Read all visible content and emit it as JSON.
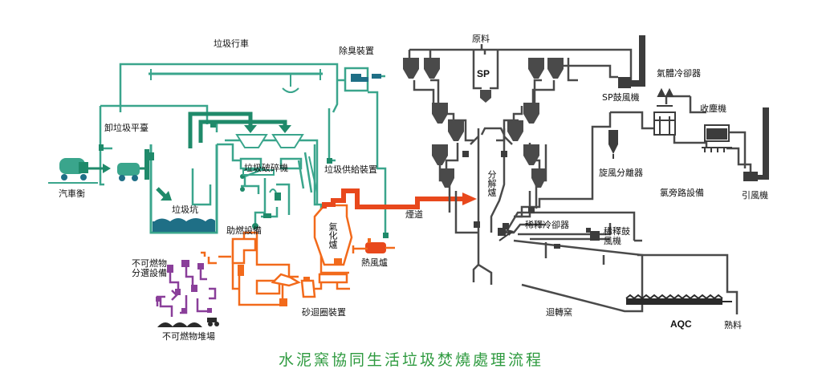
{
  "title": "水泥窯協同生活垃圾焚燒處理流程",
  "colors": {
    "green": "#3aa58c",
    "dark_green": "#1f8a6a",
    "orange": "#f26a1b",
    "red_orange": "#e8481c",
    "purple": "#8a3f9a",
    "gray": "#5a5a5a",
    "dark_gray": "#3c3c3c",
    "pit_teal": "#1f6f86",
    "caption_green": "#2e9a3f"
  },
  "labels": {
    "garbage_crane": "垃圾行車",
    "deodorizer": "除臭裝置",
    "raw_material": "原料",
    "sp": "SP",
    "gas_cooling": "氣體冷卻器",
    "sp_fan": "SP鼓風機",
    "dust_collector": "收塵機",
    "unloading_platform": "卸垃圾平臺",
    "garbage_crusher": "垃圾破碎機",
    "garbage_feeder": "垃圾供給裝置",
    "truck": "汽車衡",
    "garbage_pit": "垃圾坑",
    "aux_combustion": "助燃設備",
    "gasifier": "氣化爐",
    "flue": "煙道",
    "calciner": "分解爐",
    "dilution_cooler": "稀釋冷卻器",
    "dilution_fan": "稀釋鼓風機",
    "cyclone": "旋風分離器",
    "bypass": "氯旁路設備",
    "induced_fan": "引風機",
    "hot_air_furnace": "熱風爐",
    "noncombustible_sorting": "不可燃物分選設備",
    "sand_circulation": "砂迴圈裝置",
    "noncombustible_yard": "不可燃物堆場",
    "rotary_kiln": "迴轉窯",
    "aqc": "AQC",
    "clinker": "熟料"
  }
}
